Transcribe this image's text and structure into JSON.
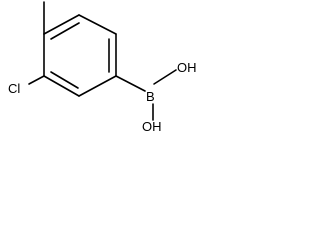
{
  "structure": {
    "atoms": {
      "chlorine": "Cl",
      "boron": "B",
      "hydroxyl_top": "OH",
      "hydroxyl_bottom": "OH"
    }
  },
  "colors": {
    "bond": "#000000",
    "label": "#000000",
    "background": "#ffffff"
  }
}
